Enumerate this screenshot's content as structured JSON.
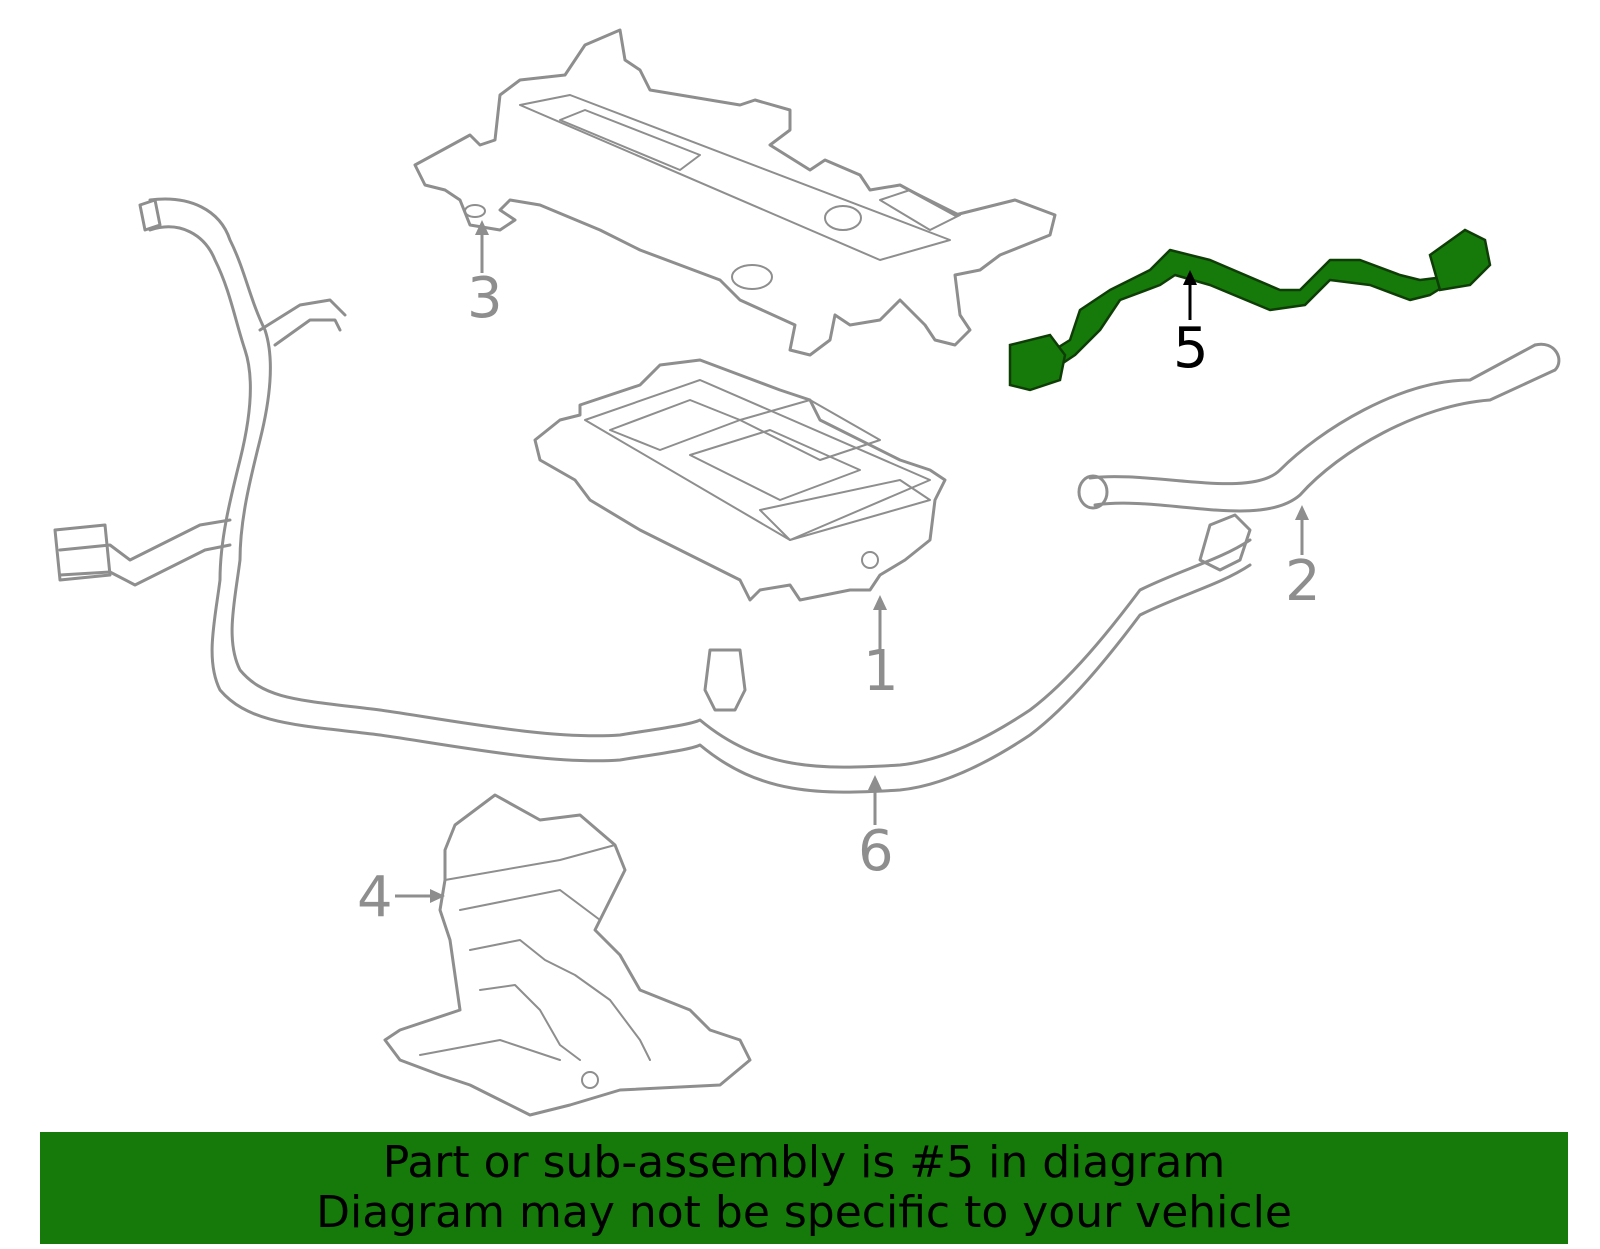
{
  "diagram": {
    "callouts": [
      {
        "number": "1",
        "label_visible": true
      },
      {
        "number": "2",
        "label_visible": true
      },
      {
        "number": "3",
        "label_visible": true
      },
      {
        "number": "4",
        "label_visible": true
      },
      {
        "number": "5",
        "label_visible": true,
        "highlighted": true
      },
      {
        "number": "6",
        "label_visible": true
      }
    ],
    "highlight_color": "#157a0a",
    "line_color": "#8e8e8e"
  },
  "banner": {
    "line1": "Part or sub-assembly is #5 in diagram",
    "line2": "Diagram may not be specific to your vehicle",
    "background": "#157a0a"
  }
}
